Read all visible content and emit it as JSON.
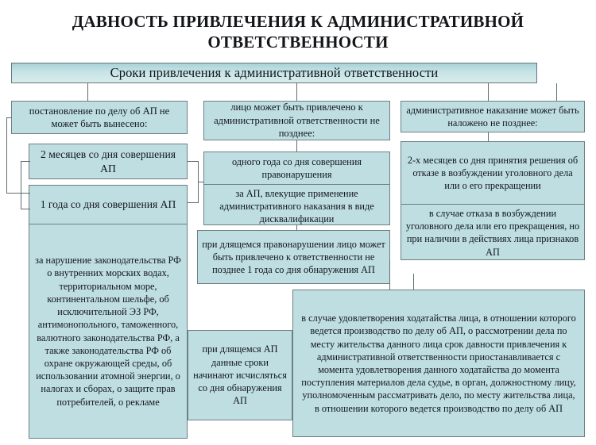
{
  "page": {
    "title": "ДАВНОСТЬ ПРИВЛЕЧЕНИЯ К АДМИНИСТРАТИВНОЙ ОТВЕТСТВЕННОСТИ",
    "banner": "Сроки привлечения к административной ответственности",
    "colors": {
      "box_fill": "#bfdee1",
      "box_border": "#6d7f84",
      "banner_fill": "#c7e4e6",
      "line": "#5e6f75",
      "text": "#10161c",
      "background": "#ffffff"
    }
  },
  "columns": {
    "left": {
      "header": "постановление по делу об АП не может быть вынесено:",
      "items": [
        "2 месяцев со дня совершения АП",
        "1 года со дня совершения АП"
      ],
      "detail": "за нарушение законодательства РФ о внутренних морских водах, территориальном море, континентальном шельфе, об исключительной ЭЗ РФ, антимонопольного, таможенного, валютного законодательства РФ, а также законодательства РФ об охране окружающей среды, об использовании атомной энергии, о налогах и сборах, о защите прав потребителей, о рекламе"
    },
    "middle": {
      "header": "лицо может быть привлечено к административной ответственности не позднее:",
      "term": "одного года со дня совершения правонарушения",
      "term_detail": "за АП, влекущие применение административного наказания в виде дисквалификации",
      "continuing": "при длящемся правонарушении лицо может быть привлечено к ответственности не позднее 1 года со дня обнаружения АП"
    },
    "right": {
      "header": "административное наказание может быть наложено не позднее:",
      "term": "2-х месяцев со дня принятия решения об отказе в возбуждении уголовного дела или о его прекращении",
      "term_detail": "в случае отказа в возбуждении уголовного дела или его прекращения, но при наличии в действиях лица признаков АП"
    }
  },
  "bottom": {
    "note": "при длящемся АП данные сроки начинают исчисляться со дня обнаружения АП",
    "suspension": "в случае удовлетворения ходатайства лица, в отношении которого ведется производство по делу об АП, о рассмотрении дела по месту жительства данного лица срок давности привлечения к административной ответственности приостанавливается с момента удовлетворения данного ходатайства до момента поступления материалов дела судье, в орган, должностному лицу, уполномоченным рассматривать дело, по месту жительства лица, в отношении которого ведется производство по делу об АП"
  }
}
